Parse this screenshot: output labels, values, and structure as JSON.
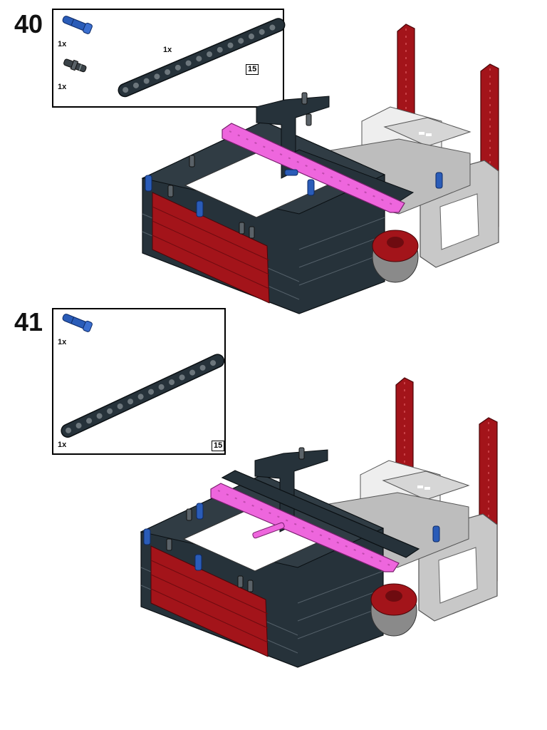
{
  "steps": [
    {
      "number": "40",
      "parts": [
        {
          "name": "blue-axle-pin",
          "qty": "1x"
        },
        {
          "name": "dark-axle-pin",
          "qty": "1x"
        },
        {
          "name": "dark-beam-15",
          "qty": "1x",
          "length": "15"
        }
      ]
    },
    {
      "number": "41",
      "parts": [
        {
          "name": "blue-axle-pin",
          "qty": "1x"
        },
        {
          "name": "dark-beam-15",
          "qty": "1x",
          "length": "15"
        }
      ]
    }
  ],
  "colors": {
    "dark": "#26323a",
    "red": "#a3141a",
    "magenta": "#ee66dd",
    "light_gray": "#c8c8c8",
    "white": "#f0f0f0",
    "blue": "#2a5cb8"
  }
}
